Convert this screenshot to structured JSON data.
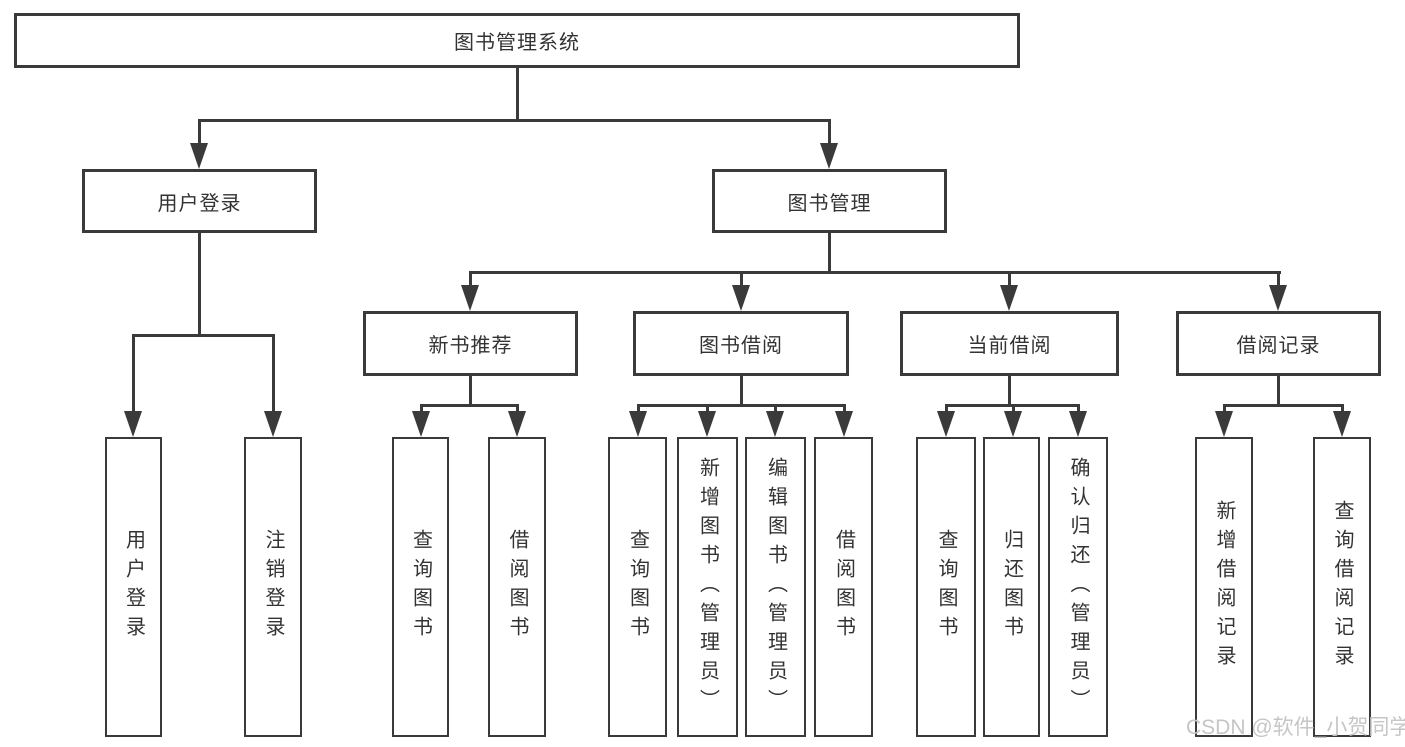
{
  "tree": {
    "label": "图书管理系统",
    "children": [
      {
        "label": "用户登录",
        "children": [
          {
            "label": "用户登录"
          },
          {
            "label": "注销登录"
          }
        ]
      },
      {
        "label": "图书管理",
        "children": [
          {
            "label": "新书推荐",
            "children": [
              {
                "label": "查询图书"
              },
              {
                "label": "借阅图书"
              }
            ]
          },
          {
            "label": "图书借阅",
            "children": [
              {
                "label": "查询图书"
              },
              {
                "label": "新增图书（管理员）"
              },
              {
                "label": "编辑图书（管理员）"
              },
              {
                "label": "借阅图书"
              }
            ]
          },
          {
            "label": "当前借阅",
            "children": [
              {
                "label": "查询图书"
              },
              {
                "label": "归还图书"
              },
              {
                "label": "确认归还（管理员）"
              }
            ]
          },
          {
            "label": "借阅记录",
            "children": [
              {
                "label": "新增借阅记录"
              },
              {
                "label": "查询借阅记录"
              }
            ]
          }
        ]
      }
    ]
  },
  "watermark": {
    "text": "CSDN @软件_小贺同学"
  },
  "colors": {
    "line": "#3a3a3a",
    "text": "#333333",
    "watermark": "#c6c6c6",
    "background": "#ffffff"
  }
}
